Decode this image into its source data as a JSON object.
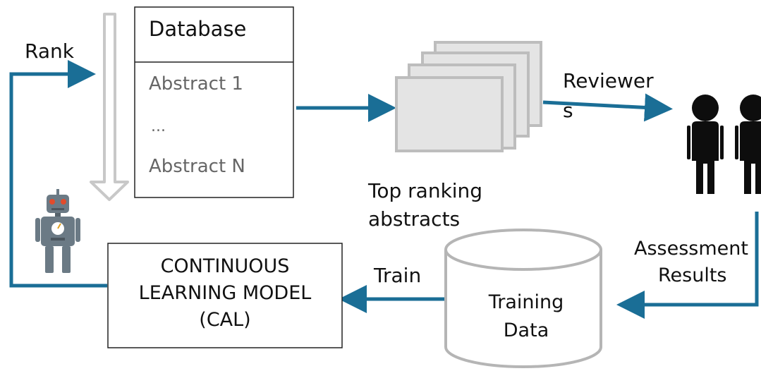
{
  "labels": {
    "rank": "Rank",
    "database_title": "Database",
    "abstract_first": "Abstract 1",
    "abstract_ellipsis": "...",
    "abstract_last": "Abstract N",
    "top_ranking_line1": "Top ranking",
    "top_ranking_line2": "abstracts",
    "reviewers_line1": "Reviewer",
    "reviewers_line2": "s",
    "assessment_line1": "Assessment",
    "assessment_line2": "Results",
    "train": "Train",
    "training_line1": "Training",
    "training_line2": "Data",
    "cal_line1": "CONTINUOUS",
    "cal_line2": "LEARNING MODEL",
    "cal_line3": "(CAL)"
  },
  "icons": [
    "robot-icon",
    "person-icon",
    "document-stack-icon",
    "cylinder-icon"
  ],
  "colors": {
    "arrow": "#1a6e96",
    "text": "#111111",
    "muted_text": "#666666",
    "box_border": "#222222",
    "hollow_arrow": "#c8c8c8",
    "doc_fill": "#e4e4e4",
    "doc_border": "#bdbdbd",
    "cylinder_border": "#b5b5b5",
    "person": "#0d0d0d",
    "robot": "#6b7a85"
  }
}
